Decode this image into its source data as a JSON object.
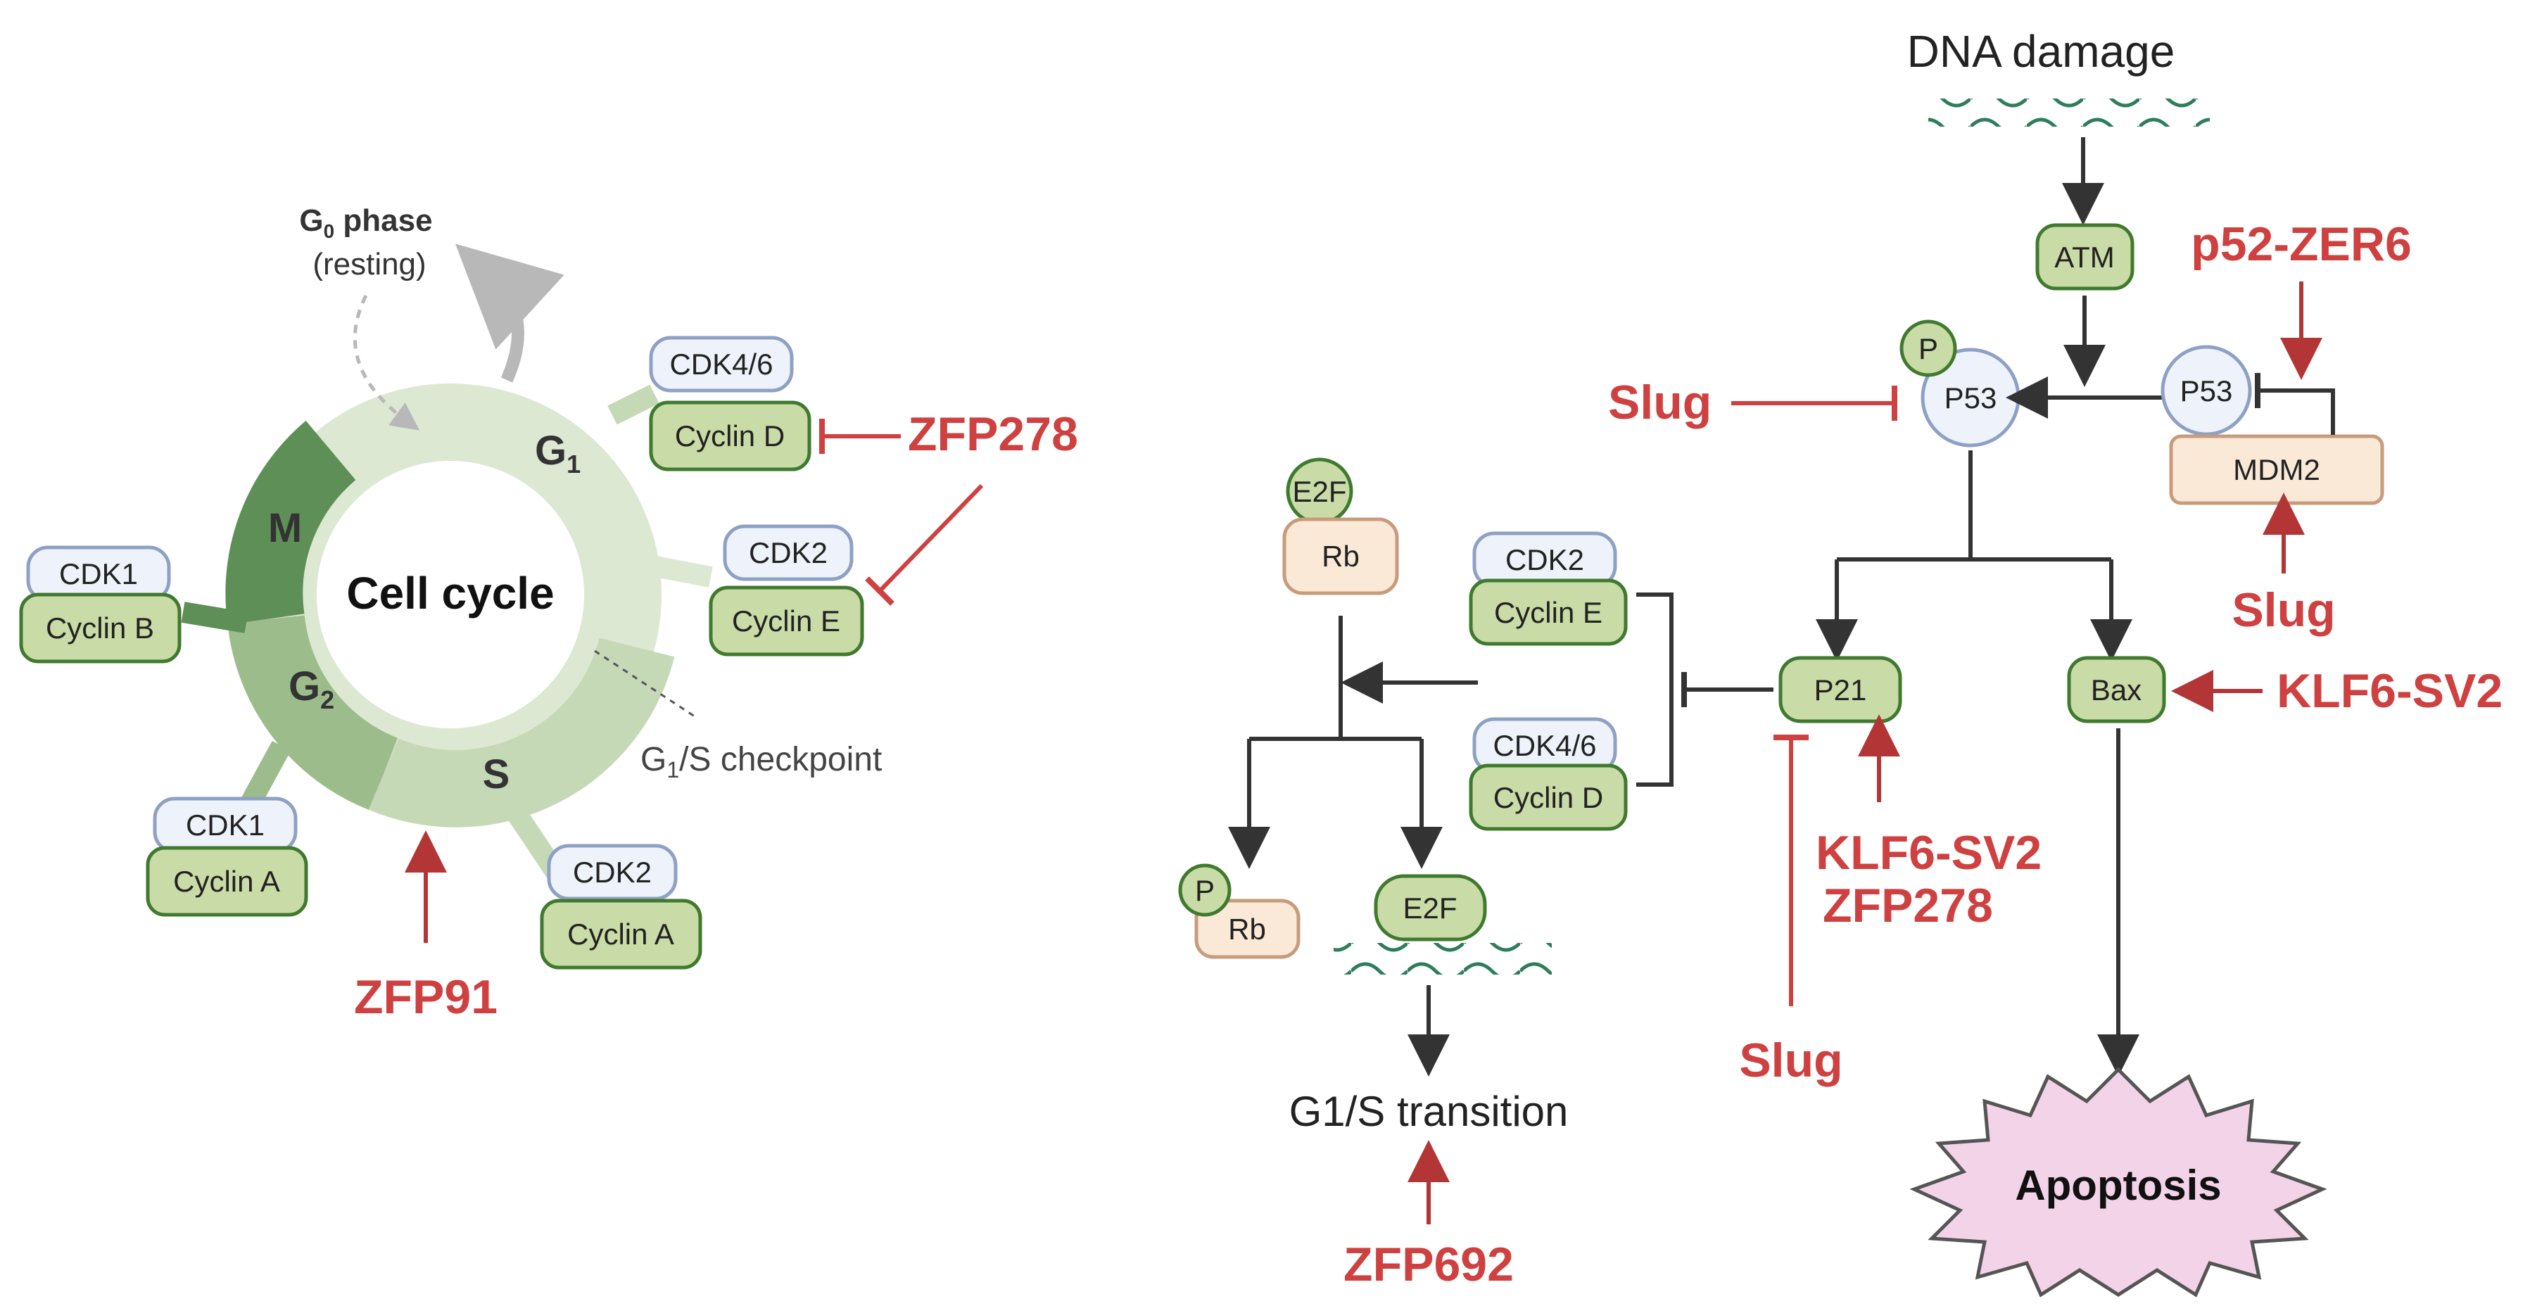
{
  "colors": {
    "inhibitor_red": "#cf4040",
    "arrow_red": "#b33535",
    "arrow_dark": "#333333",
    "cyclin_fill": "#c9dba6",
    "cyclin_stroke": "#3f7a2e",
    "cdk_fill": "#eef3fb",
    "cdk_stroke": "#8ea1c4",
    "rb_fill": "#fbe9d8",
    "rb_stroke": "#c79c7c",
    "ring_light": "#dde8d3",
    "ring_mid": "#9cbd8b",
    "ring_dark": "#5e8f57",
    "apoptosis_fill": "#f3d3e8"
  },
  "cell_cycle": {
    "title": "Cell cycle",
    "g0_label": "G",
    "g0_sub": "0",
    "g0_phase": " phase",
    "g0_note": "(resting)",
    "phase_m": "M",
    "phase_g1": "G",
    "phase_g1_sub": "1",
    "phase_g2": "G",
    "phase_g2_sub": "2",
    "phase_s": "S",
    "checkpoint_g": "G",
    "checkpoint_sub": "1",
    "checkpoint_rest": "/S checkpoint",
    "complexes": [
      {
        "cdk": "CDK4/6",
        "cyclin": "Cyclin D"
      },
      {
        "cdk": "CDK2",
        "cyclin": "Cyclin E"
      },
      {
        "cdk": "CDK1",
        "cyclin": "Cyclin B"
      },
      {
        "cdk": "CDK1",
        "cyclin": "Cyclin A"
      },
      {
        "cdk": "CDK2",
        "cyclin": "Cyclin A"
      }
    ],
    "regulators": {
      "zfp278": "ZFP278",
      "zfp91": "ZFP91"
    }
  },
  "pathway": {
    "dna_damage": "DNA damage",
    "atm": "ATM",
    "p": "P",
    "p53": "P53",
    "p53_free": "P53",
    "mdm2": "MDM2",
    "p21": "P21",
    "bax": "Bax",
    "e2f": "E2F",
    "rb": "Rb",
    "p_rb_p": "P",
    "rb_free": "Rb",
    "e2f_dna": "E2F",
    "cdk2": "CDK2",
    "cyclin_e": "Cyclin E",
    "cdk46": "CDK4/6",
    "cyclin_d": "Cyclin D",
    "g1s_transition": "G1/S transition",
    "apoptosis": "Apoptosis",
    "regulators": {
      "p52_zer6": "p52-ZER6",
      "slug_p53": "Slug",
      "slug_mdm2": "Slug",
      "klf6_bax": "KLF6-SV2",
      "klf6_p21": "KLF6-SV2",
      "zfp278_p21": "ZFP278",
      "slug_p21": "Slug",
      "zfp692": "ZFP692"
    }
  }
}
